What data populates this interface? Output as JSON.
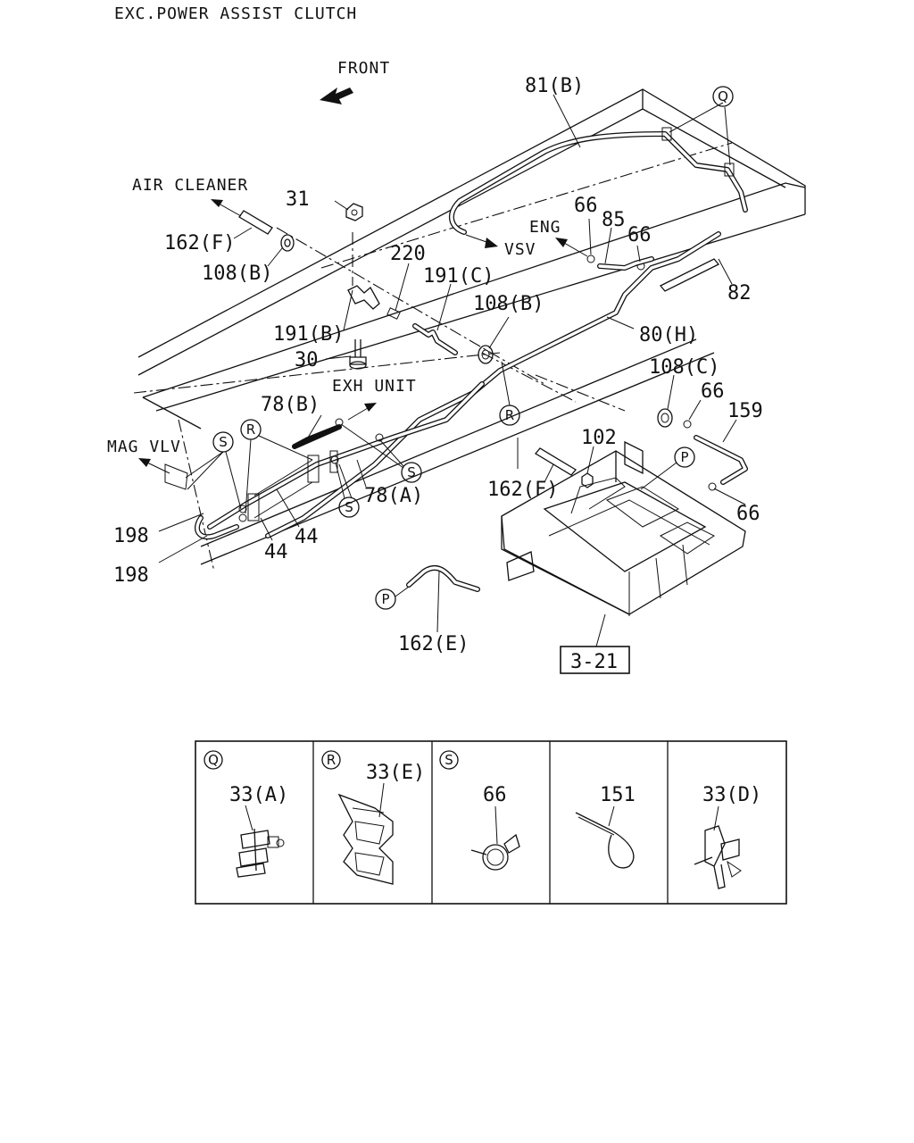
{
  "title": "EXC.POWER ASSIST CLUTCH",
  "directions": {
    "front": "FRONT",
    "air_cleaner": "AIR CLEANER",
    "vsv": "VSV",
    "eng": "ENG",
    "exh_unit": "EXH UNIT",
    "mag_vlv": "MAG VLV"
  },
  "parts": {
    "p81b": "81(B)",
    "p31": "31",
    "p162f_top": "162(F)",
    "p108b_left": "108(B)",
    "p220": "220",
    "p191c": "191(C)",
    "p66_a": "66",
    "p85": "85",
    "p66_b": "66",
    "p82": "82",
    "p108b_mid": "108(B)",
    "p191b": "191(B)",
    "p80h": "80(H)",
    "p30": "30",
    "p108c": "108(C)",
    "p66_c": "66",
    "p159": "159",
    "p78b": "78(B)",
    "p102": "102",
    "p162f_mid": "162(F)",
    "p78a": "78(A)",
    "p66_d": "66",
    "p44_a": "44",
    "p44_b": "44",
    "p198_a": "198",
    "p198_b": "198",
    "p162e": "162(E)",
    "ref_321": "3-21"
  },
  "callouts": {
    "q": "Q",
    "r": "R",
    "s": "S",
    "p": "P"
  },
  "legend": [
    {
      "key": "Q",
      "part": "33(A)"
    },
    {
      "key": "R",
      "part": "33(E)"
    },
    {
      "key": "S",
      "part": "66"
    },
    {
      "key": "",
      "part": "151"
    },
    {
      "key": "",
      "part": "33(D)"
    }
  ]
}
